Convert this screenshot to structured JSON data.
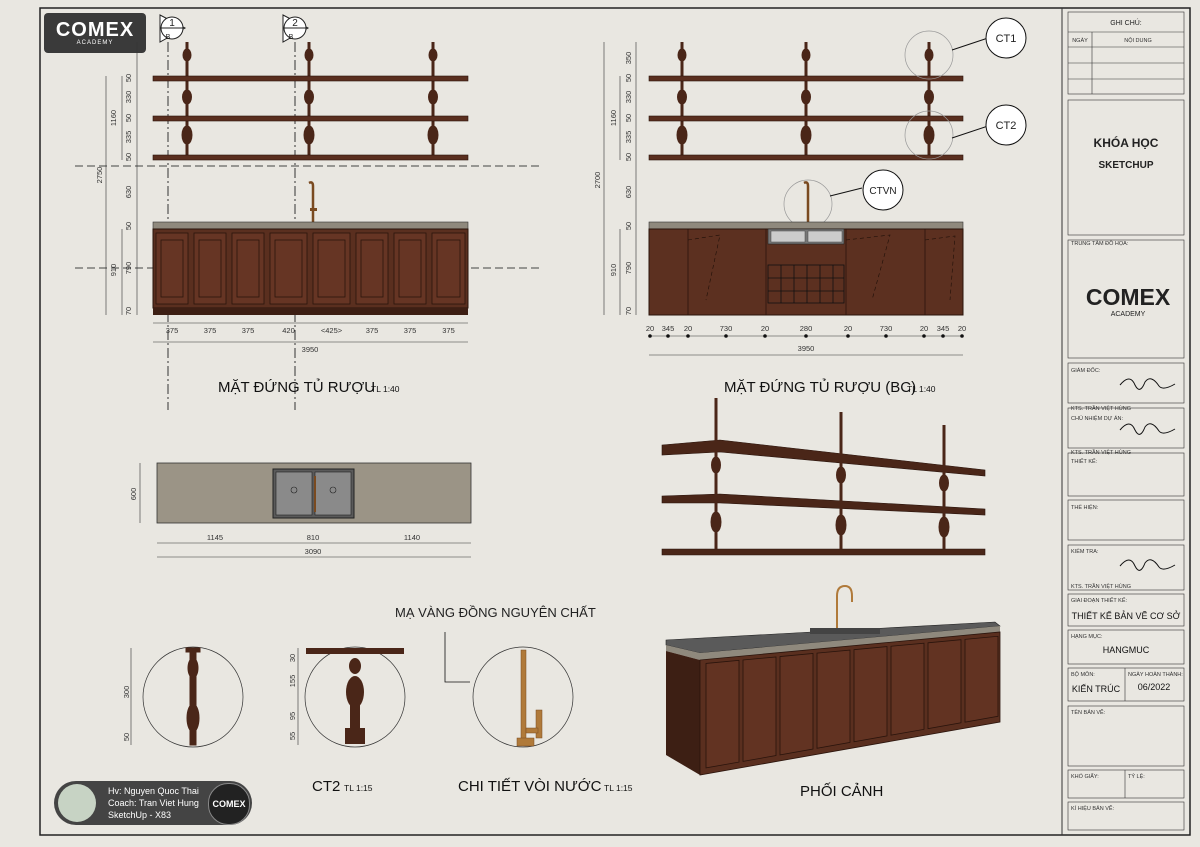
{
  "logo": {
    "brand": "COMEX",
    "sub": "ACADEMY"
  },
  "sections": {
    "bubble1": "1",
    "bubble1_sub": "B",
    "bubble2": "2",
    "bubble2_sub": "B",
    "elev1_title": "MẶT ĐỨNG TỦ RƯỢU",
    "elev1_scale": "TL 1:40",
    "elev2_title": "MẶT ĐỨNG TỦ RƯỢU (BC)",
    "elev2_scale": "TL 1:40",
    "ct1": "CT1",
    "ct2": "CT2",
    "ctvn": "CTVN",
    "ct2_caption": "CT2",
    "ct2_scale": "TL 1:15",
    "faucet_note": "MẠ  VÀNG ĐỒNG NGUYÊN CHẤT",
    "faucet_caption": "CHI TIẾT VÒI NƯỚC",
    "faucet_scale": "TL 1:15",
    "persp_caption": "PHỐI CẢNH"
  },
  "dims": {
    "left_v": [
      "50",
      "330",
      "50",
      "335",
      "50",
      "630",
      "50",
      "790",
      "70"
    ],
    "left_v_total": [
      "1160",
      "2750",
      "910"
    ],
    "left_h": [
      "375",
      "375",
      "375",
      "420",
      "<425>",
      "375",
      "375",
      "375"
    ],
    "left_h_total": "3950",
    "right_v": [
      "350",
      "50",
      "330",
      "50",
      "335",
      "50",
      "630",
      "50",
      "790",
      "70"
    ],
    "right_v_total": [
      "1160",
      "2700",
      "910"
    ],
    "right_h": [
      "20",
      "345",
      "20",
      "730",
      "20",
      "280",
      "20",
      "730",
      "20",
      "345",
      "20"
    ],
    "right_h_total": "3950",
    "plan_depth": "600",
    "plan_h": [
      "1145",
      "810",
      "1140"
    ],
    "plan_total": "3090",
    "ct1_v": [
      "300",
      "50"
    ],
    "ct2_v": [
      "30",
      "155",
      "95",
      "55"
    ]
  },
  "title_block": {
    "notes_title": "GHI CHÚ:",
    "col_date": "NGÀY",
    "col_content": "NỘI DUNG",
    "course": "KHÓA HỌC",
    "course_sub": "SKETCHUP",
    "center_label": "TRUNG TÂM ĐỒ HỌA:",
    "center_brand": "COMEX",
    "center_sub": "ACADEMY",
    "director_label": "GIÁM ĐỐC:",
    "director_name": "KTS. TRẦN VIỆT HÙNG",
    "pm_label": "CHỦ NHIỆM DỰ ÁN:",
    "pm_name": "KTS. TRẦN VIỆT HÙNG",
    "design_label": "THIẾT KẾ:",
    "exec_label": "THỂ HIỆN:",
    "check_label": "KIỂM TRA:",
    "check_name": "KTS. TRẦN VIỆT HÙNG",
    "phase_label": "GIAI ĐOẠN THIẾT KẾ:",
    "phase_value": "THIẾT KẾ BẢN VẼ CƠ SỞ",
    "item_label": "HẠNG MỤC:",
    "item_value": "HANGMUC",
    "dept_label": "BỘ MÔN:",
    "dept_value": "KIẾN TRÚC",
    "done_label": "NGÀY HOÀN THÀNH:",
    "done_value": "06/2022",
    "drawing_label": "TÊN BẢN VẼ:",
    "paper_label": "KHỔ GIẤY:",
    "scale_label": "TỶ LỆ:",
    "code_label": "KÍ HIỆU BẢN VẼ:"
  },
  "student": {
    "line1": "Hv: Nguyen Quoc Thai",
    "line2": "Coach: Tran Viet Hung",
    "line3": "SketchUp - X83",
    "badge": "COMEX"
  },
  "colors": {
    "wood": "#5a2f1f",
    "wood_dark": "#3d1f14",
    "counter": "#9b9486",
    "brass": "#b07a3a"
  }
}
